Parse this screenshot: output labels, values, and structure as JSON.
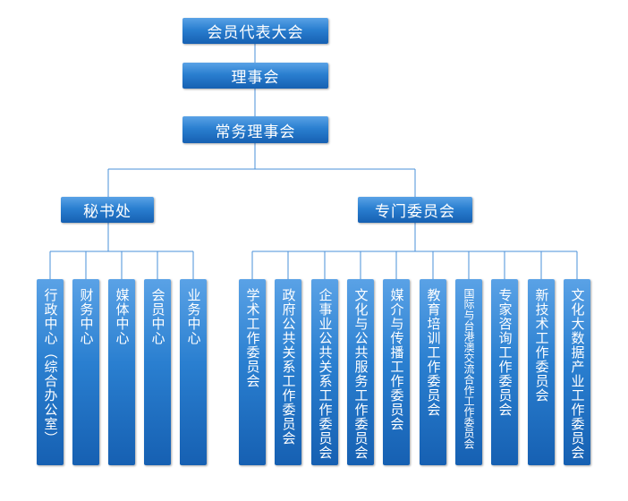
{
  "top": {
    "assembly": "会员代表大会",
    "council": "理事会",
    "standing_council": "常务理事会"
  },
  "branches": {
    "secretariat": "秘书处",
    "committees": "专门委员会"
  },
  "secretariat_units": [
    "行政中心（综合办公室）",
    "财务中心",
    "媒体中心",
    "会员中心",
    "业务中心"
  ],
  "committee_units": [
    "学术工作委员会",
    "政府公共关系工作委员会",
    "企事业公共关系工作委员会",
    "文化与公共服务工作委员会",
    "媒介与传播工作委员会",
    "教育培训工作委员会",
    "国际与台港澳交流合作工作委员会",
    "专家咨询工作委员会",
    "新技术工作委员会",
    "文化大数据产业工作委员会"
  ],
  "colors": {
    "box_top": "#5aa2e6",
    "box_bottom": "#1660b2",
    "connector": "#4a90d9"
  }
}
